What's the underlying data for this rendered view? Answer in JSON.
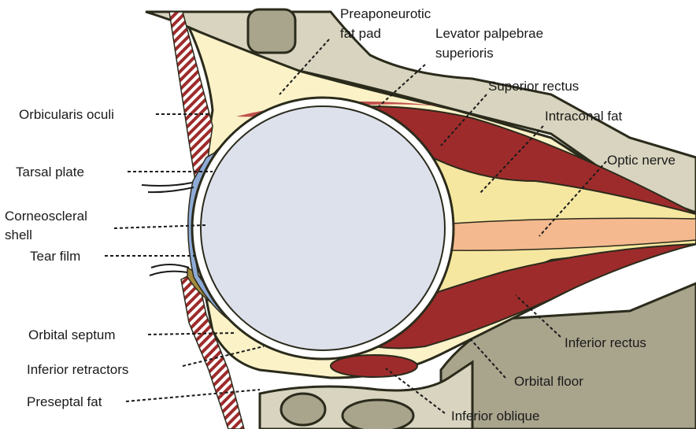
{
  "labels": {
    "preaponeurotic_line1": "Preaponeurotic",
    "preaponeurotic_line2": "fat pad",
    "levator_line1": "Levator  palpebrae",
    "levator_line2": "superioris",
    "superior_rectus": "Superior rectus",
    "intraconal_fat": "Intraconal fat",
    "optic_nerve": "Optic nerve",
    "orbicularis_oculi": "Orbicularis  oculi",
    "tarsal_plate": "Tarsal plate",
    "corneoscleral_line1": "Corneoscleral",
    "corneoscleral_line2": "shell",
    "tear_film": "Tear film",
    "orbital_septum": "Orbital septum",
    "inferior_retractors": "Inferior retractors",
    "preseptal_fat": "Preseptal fat",
    "inferior_rectus": "Inferior rectus",
    "orbital_floor": "Orbital floor",
    "inferior_oblique": "Inferior oblique"
  },
  "colors": {
    "bone": "#d8d4bf",
    "bone_dark": "#a9a48c",
    "fat_pale": "#fbf2c8",
    "fat_yellow": "#f6e7a0",
    "muscle": "#9e2b2b",
    "muscle_light": "#c0504d",
    "optic_nerve": "#f4b98e",
    "globe": "#dde1ec",
    "tear_film": "#8eaad6",
    "tarsal": "#a48a3e",
    "outline": "#2b2b1c"
  }
}
